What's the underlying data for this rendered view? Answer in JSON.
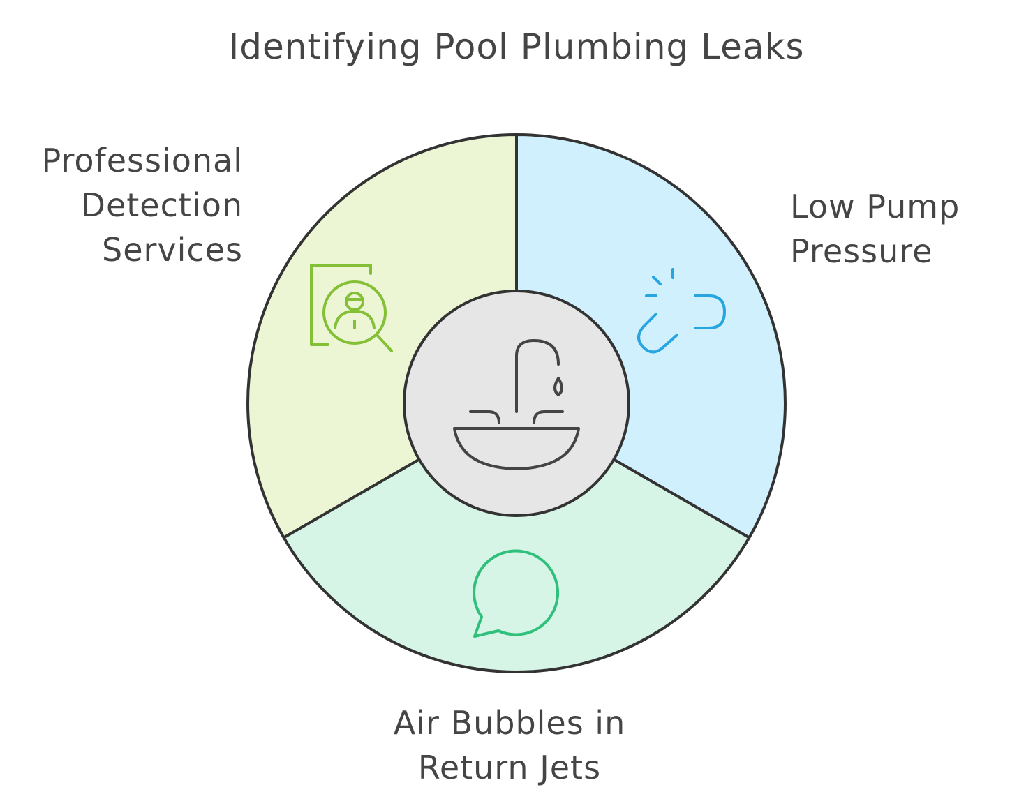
{
  "title": "Identifying Pool Plumbing Leaks",
  "center": {
    "icon": "faucet-sink-icon",
    "fill": "#e6e6e6"
  },
  "segments": [
    {
      "id": "professional-detection",
      "lines": [
        "Professional",
        "Detection",
        "Services"
      ],
      "fill": "#ecf6d5",
      "icon": "inspector-magnifier-icon",
      "icon_color": "#84c035"
    },
    {
      "id": "low-pump-pressure",
      "lines": [
        "Low Pump",
        "Pressure"
      ],
      "fill": "#cff0fc",
      "icon": "broken-link-icon",
      "icon_color": "#27a5e0"
    },
    {
      "id": "air-bubbles",
      "lines": [
        "Air Bubbles in",
        "Return Jets"
      ],
      "fill": "#d6f5e6",
      "icon": "speech-bubble-icon",
      "icon_color": "#2fc07c"
    }
  ],
  "colors": {
    "outline": "#333333",
    "text": "#454545"
  }
}
